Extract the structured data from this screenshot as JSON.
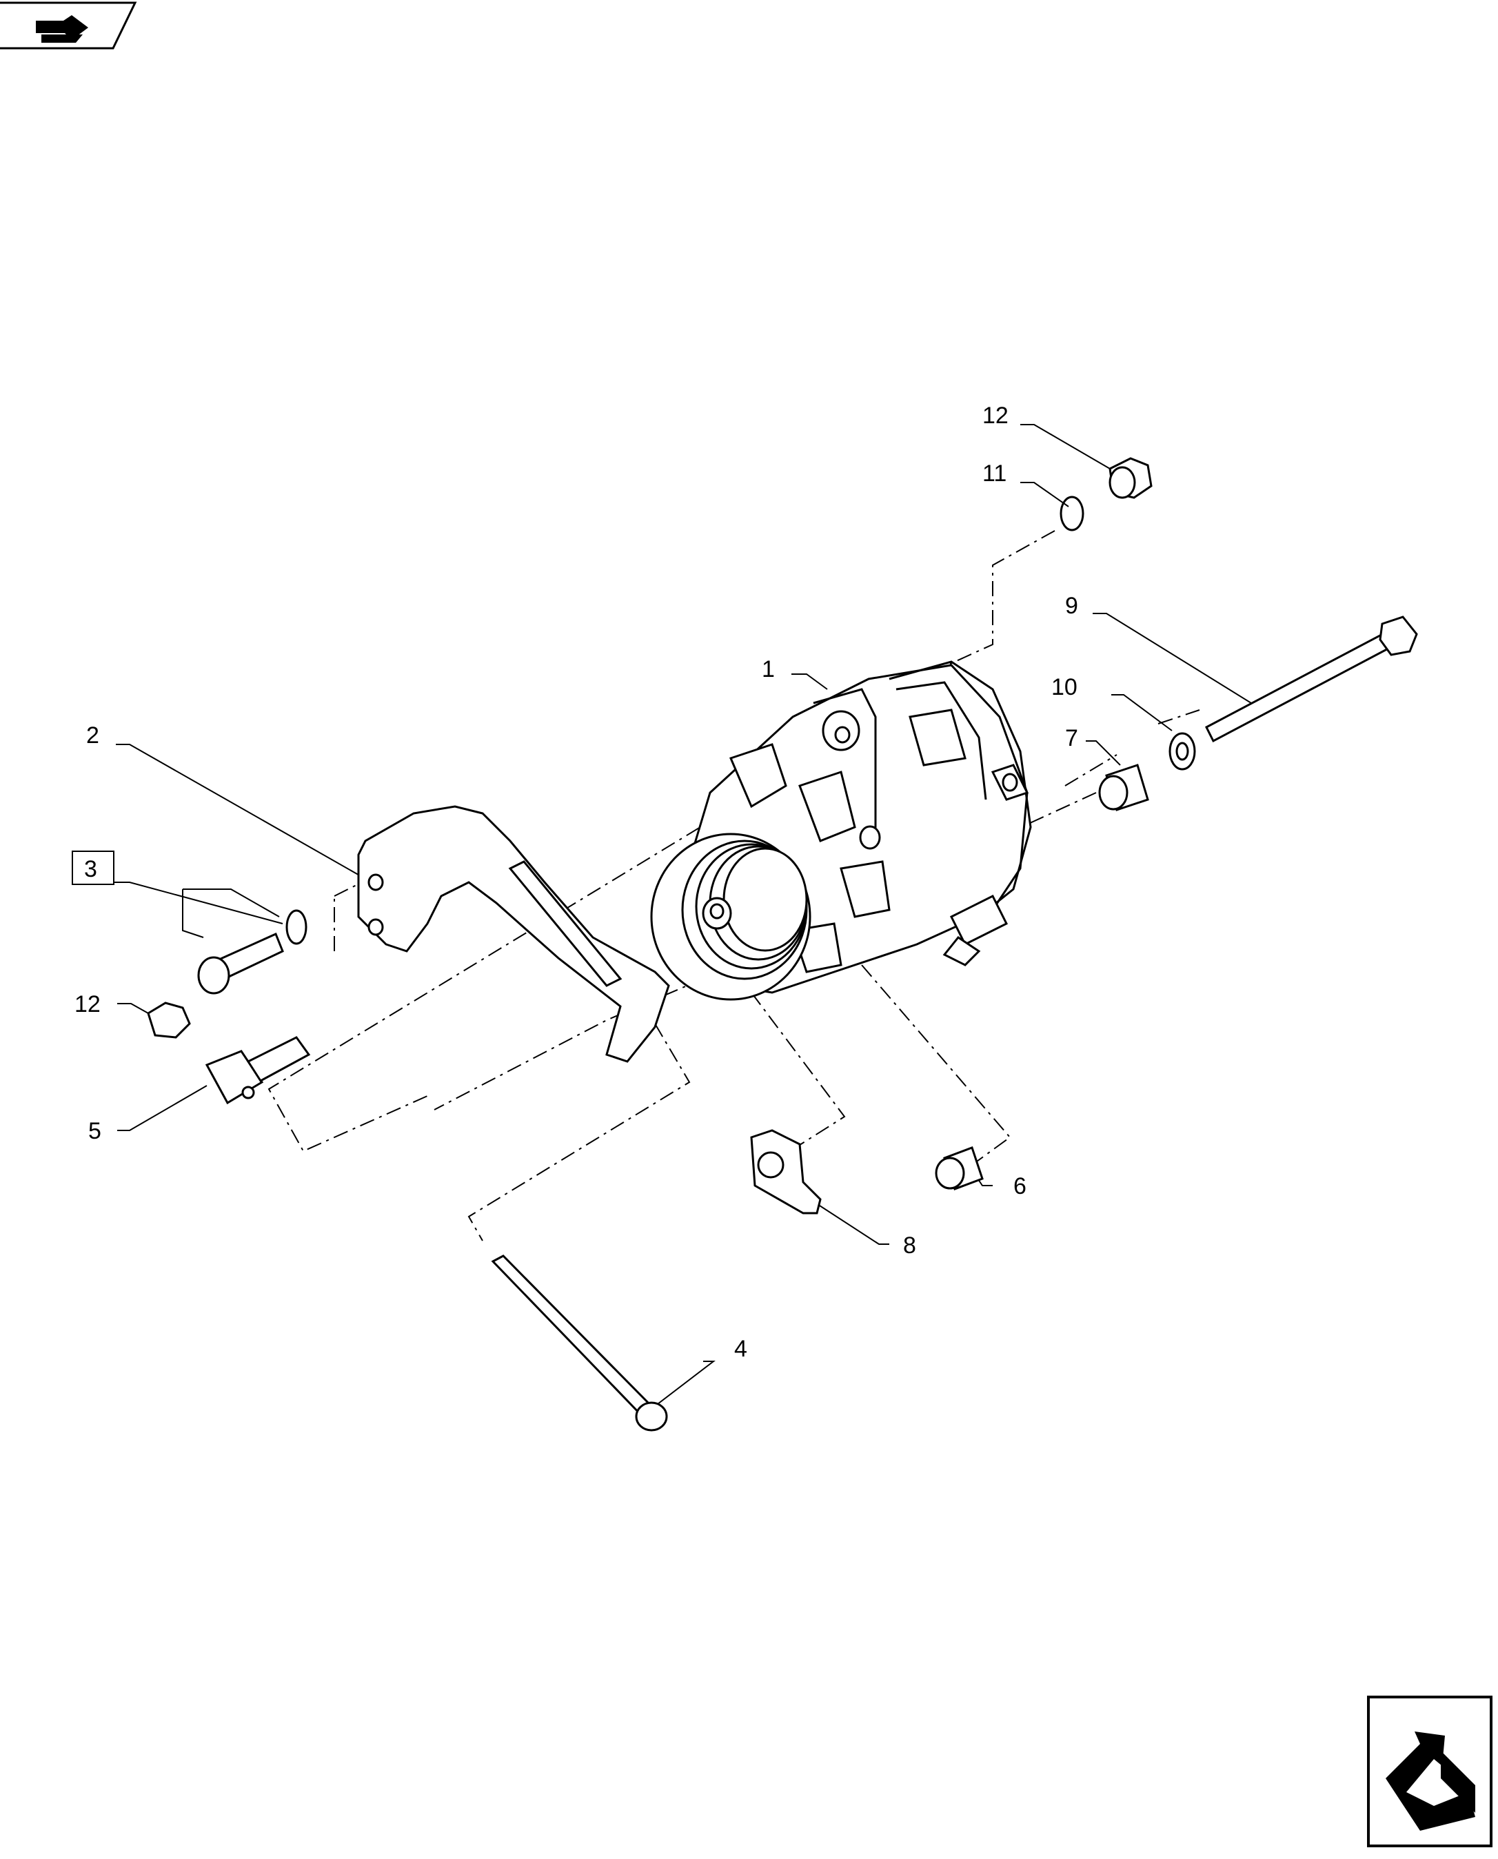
{
  "callouts": [
    {
      "id": "c1",
      "label": "1"
    },
    {
      "id": "c2",
      "label": "2"
    },
    {
      "id": "c3",
      "label": "3"
    },
    {
      "id": "c4",
      "label": "4"
    },
    {
      "id": "c5",
      "label": "5"
    },
    {
      "id": "c6",
      "label": "6"
    },
    {
      "id": "c7",
      "label": "7"
    },
    {
      "id": "c8",
      "label": "8"
    },
    {
      "id": "c9",
      "label": "9"
    },
    {
      "id": "c10",
      "label": "10"
    },
    {
      "id": "c11",
      "label": "11"
    },
    {
      "id": "c12a",
      "label": "12"
    },
    {
      "id": "c12b",
      "label": "12"
    }
  ],
  "icons": {
    "top_left": "page-tab-arrow-icon",
    "bottom_right": "next-page-arrow-icon"
  },
  "colors": {
    "line": "#000000",
    "background": "#ffffff"
  }
}
